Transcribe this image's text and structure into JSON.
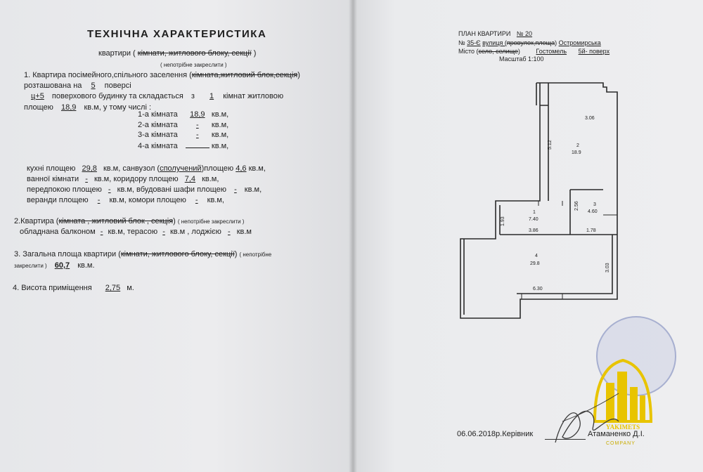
{
  "left": {
    "title": "ТЕХНІЧНА ХАРАКТЕРИСТИКА",
    "subtitle_a": "квартири (",
    "subtitle_b": "кімнати, житлового блоку, секції",
    "subtitle_c": ")",
    "subtitle_note": "( непотрібне закреслити )",
    "p1_line1_a": "1. Квартира посімейного,спільного заселення (",
    "p1_line1_b": "кімната,житловий блок,секція",
    "p1_line1_c": ")",
    "p1_line2_a": "розташована на",
    "p1_floor": "5",
    "p1_line2_b": "поверсі",
    "p1_floors_total": "ц+5",
    "p1_line3_a": "поверхового будинку та складається",
    "p1_line3_z": "з",
    "p1_rooms": "1",
    "p1_line3_b": "кімнат житловою",
    "p1_line4_a": "площею",
    "p1_living_area": "18,9",
    "p1_line4_b": "кв.м, у тому числі :",
    "rooms": [
      {
        "label": "1-а кімната",
        "value": "18,9",
        "unit": "кв.м,"
      },
      {
        "label": "2-а кімната",
        "value": "-",
        "unit": "кв.м,"
      },
      {
        "label": "3-а кімната",
        "value": "-",
        "unit": "кв.м,"
      },
      {
        "label": "4-а кімната",
        "value": "",
        "unit": "кв.м,"
      }
    ],
    "r1_a": "кухні площею",
    "r1_kitchen": "29,8",
    "r1_b": "кв.м, санвузол (",
    "r1_bath_type": "сполучений",
    "r1_c": ")площею",
    "r1_bath": "4,6",
    "r1_d": "кв.м,",
    "r2_a": "ванної кімнати",
    "r2_bath": "-",
    "r2_b": "кв.м, коридору площею",
    "r2_corr": "7,4",
    "r2_c": "кв.м,",
    "r3_a": "передпокою площею",
    "r3_hall": "-",
    "r3_b": "кв.м, вбудовані шафи площею",
    "r3_wardrobe": "-",
    "r3_c": "кв.м,",
    "r4_a": "веранди площею",
    "r4_veranda": "-",
    "r4_b": "кв.м, комори площею",
    "r4_storage": "-",
    "r4_c": "кв.м,",
    "p2_a": "2.Квартира (",
    "p2_b": "кімната , житловий блок , секція",
    "p2_c": ")",
    "p2_note": "( непотрібне закреслити )",
    "p2_l2_a": "обладнана балконом",
    "p2_balcony": "-",
    "p2_l2_b": "кв.м, терасою",
    "p2_terrace": "-",
    "p2_l2_c": "кв.м , лоджією",
    "p2_loggia": "-",
    "p2_l2_d": "кв.м",
    "p3_a": "3. Загальна площа квартири (",
    "p3_b": "кімнати, житлового блоку, секції",
    "p3_c": ")",
    "p3_note1": "( непотрібне",
    "p3_note2": "закреслити )",
    "p3_total": "60,7",
    "p3_unit": "кв.м.",
    "p4_a": "4. Висота приміщення",
    "p4_height": "2,75",
    "p4_unit": "м."
  },
  "right": {
    "h1_a": "ПЛАН КВАРТИРИ",
    "h1_no": "№ 20",
    "h2_a": "№",
    "h2_num": "35-Є",
    "h2_b": "вулиця (",
    "h2_c": "провулок,площа",
    "h2_d": ")",
    "h2_street": "Остромирська",
    "h3_a": "Місто (",
    "h3_b": "село, селище",
    "h3_c": ")",
    "h3_town": "Гостомель",
    "h3_floor": "5й- поверх",
    "h4": "Масштаб 1:100",
    "plan": {
      "d_306": "3.06",
      "d_512": "5.12",
      "r2_no": "2",
      "r2_area": "18.9",
      "d_256": "2.56",
      "r3_no": "3",
      "r3_area": "4.60",
      "d_193": "1.93",
      "r1_no": "1",
      "r1_area": "7.40",
      "d_386": "3.86",
      "d_178": "1.78",
      "d_303": "3.03",
      "r4_no": "4",
      "r4_area": "29.8",
      "d_630": "6.30"
    },
    "footer_date": "06.06.2018р.Керівник",
    "footer_name": "Атаманенко Д.І.",
    "logo_name": "YAKIMETS",
    "logo_sub": "COMPANY"
  },
  "colors": {
    "paper": "#ebebed",
    "ink": "#1e1e1e",
    "logo_yellow": "#e8c400",
    "stamp_blue": "#5a6eb0"
  }
}
